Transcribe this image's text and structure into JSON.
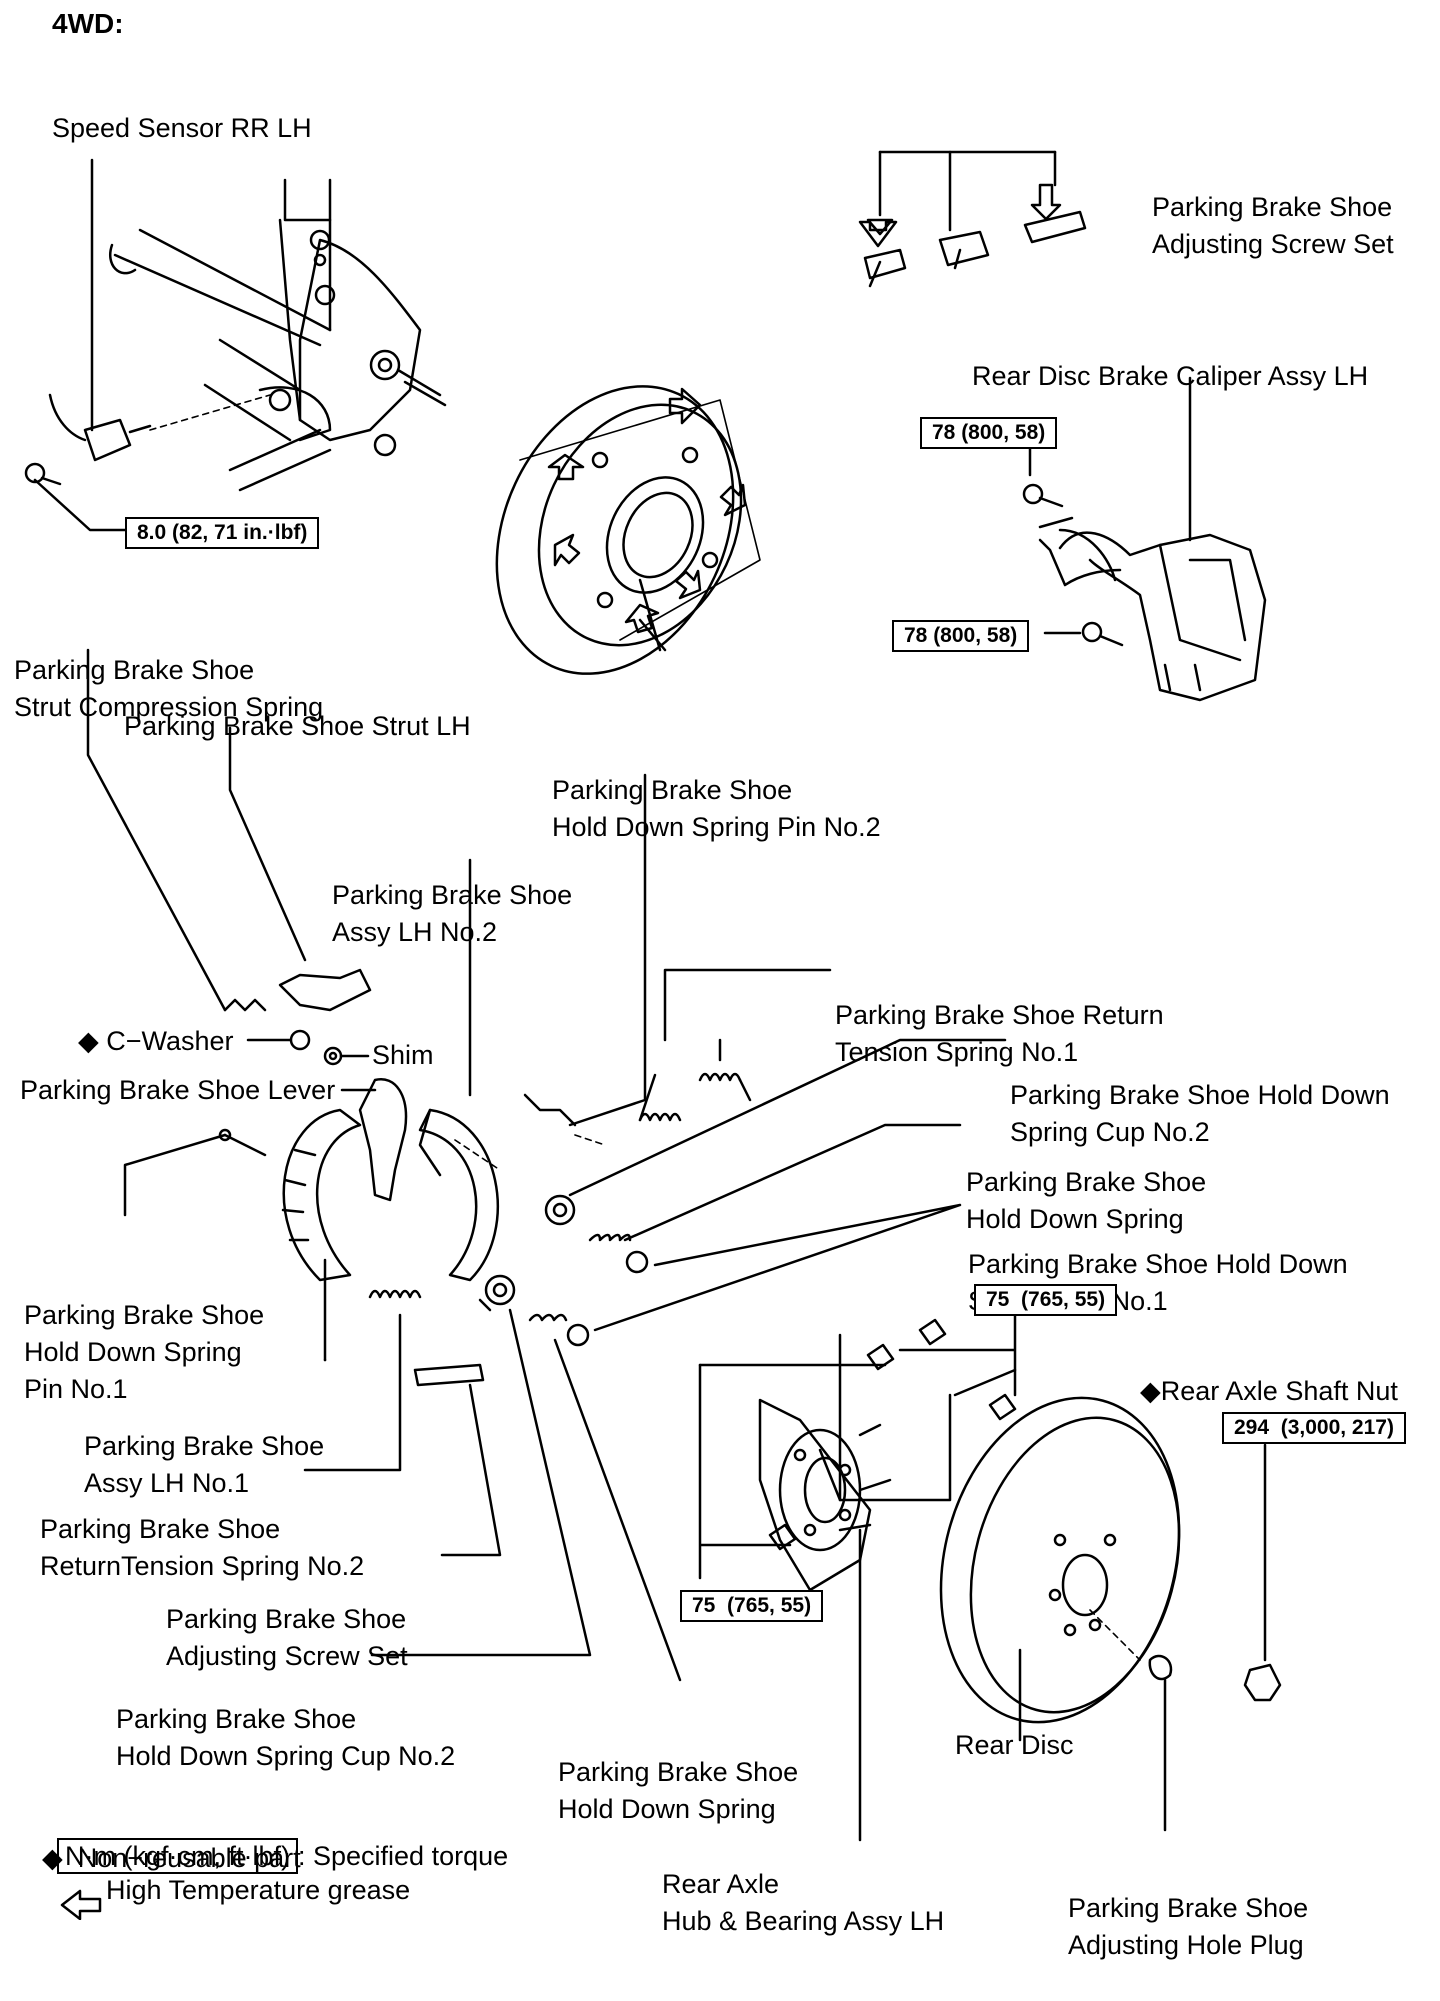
{
  "header": "4WD:",
  "labels": {
    "speed_sensor": "Speed Sensor RR LH",
    "adj_screw_top": [
      "Parking Brake Shoe",
      "Adjusting Screw Set"
    ],
    "caliper": "Rear Disc Brake Caliper Assy LH",
    "strut_spring": [
      "Parking Brake Shoe",
      "Strut Compression Spring"
    ],
    "strut_lh": "Parking Brake Shoe Strut LH",
    "pin_no2": [
      "Parking Brake Shoe",
      "Hold Down Spring Pin No.2"
    ],
    "shoe_no2": [
      "Parking Brake Shoe",
      "Assy LH No.2"
    ],
    "return_spring_no1": [
      "Parking Brake Shoe Return",
      "Tension Spring No.1"
    ],
    "c_washer": "◆ C−Washer",
    "shim": "Shim",
    "cup_no2_right": [
      "Parking Brake Shoe Hold Down",
      "Spring Cup No.2"
    ],
    "lever": "Parking Brake Shoe Lever",
    "hold_spring_right": [
      "Parking Brake Shoe",
      "Hold Down Spring"
    ],
    "cup_no1": [
      "Parking Brake Shoe Hold Down",
      "Spring Cup No.1"
    ],
    "pin_no1": [
      "Parking Brake Shoe",
      "Hold Down Spring",
      "Pin No.1"
    ],
    "shoe_no1": [
      "Parking Brake Shoe",
      "Assy LH No.1"
    ],
    "return_spring_no2": [
      "Parking Brake Shoe",
      "ReturnTension Spring No.2"
    ],
    "adj_screw_bottom": [
      "Parking Brake Shoe",
      "Adjusting Screw Set"
    ],
    "cup_no2_left": [
      "Parking Brake Shoe",
      "Hold Down Spring Cup No.2"
    ],
    "hold_spring_bottom": [
      "Parking Brake Shoe",
      "Hold Down Spring"
    ],
    "axle_nut": "◆Rear Axle Shaft Nut",
    "rear_disc": "Rear Disc",
    "hub": [
      "Rear Axle",
      "Hub & Bearing Assy LH"
    ],
    "hole_plug": [
      "Parking Brake Shoe",
      "Adjusting Hole Plug"
    ]
  },
  "torques": {
    "sensor_bolt": "8.0 (82, 71 in.·lbf)",
    "caliper_top": "78 (800, 58)",
    "caliper_bottom": "78 (800, 58)",
    "hub_top": "75  (765, 55)",
    "hub_bottom": "75  (765, 55)",
    "axle_nut": "294  (3,000, 217)"
  },
  "legend": {
    "torque_box": "N·m (kgf·cm, ft·lbf)",
    "torque_text": ": Specified torque",
    "nonreusable": "◆  Non−reusable part",
    "grease": "High Temperature grease"
  }
}
